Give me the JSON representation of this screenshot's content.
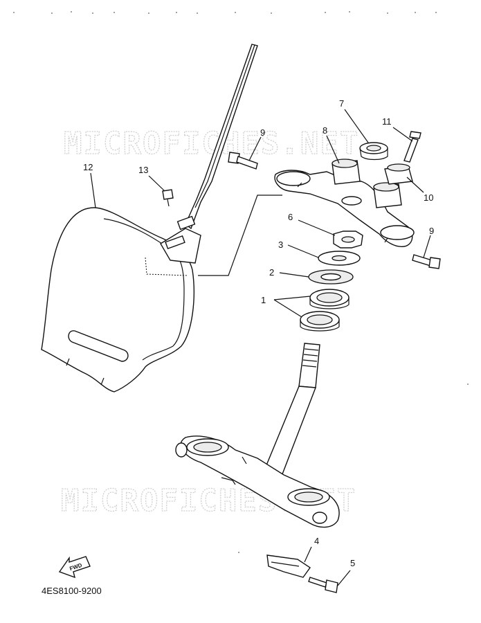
{
  "diagram": {
    "watermark_text": "MICROFICHES.NET",
    "drawing_code": "4ES8100-9200",
    "fwd_arrow_label": "FWD",
    "callouts": {
      "c1": "1",
      "c2": "2",
      "c3": "3",
      "c4": "4",
      "c5": "5",
      "c6": "6",
      "c7": "7",
      "c8": "8",
      "c9a": "9",
      "c9b": "9",
      "c10": "10",
      "c11": "11",
      "c12": "12",
      "c13": "13"
    }
  }
}
